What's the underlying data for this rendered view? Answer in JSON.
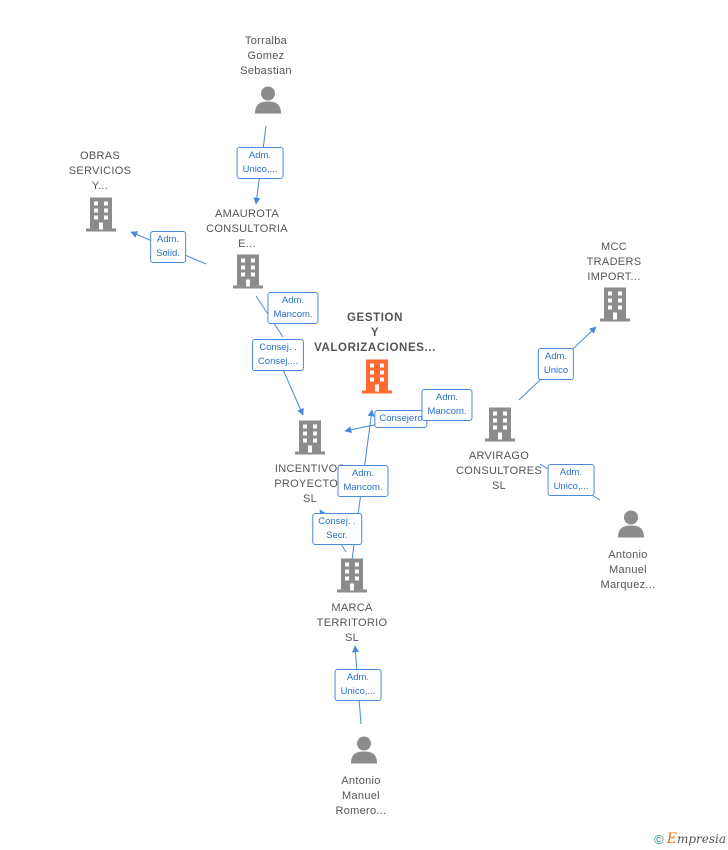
{
  "colors": {
    "edge": "#4a89dc",
    "node_gray": "#8c8c8c",
    "node_focus": "#ff6a33",
    "label": "#555555"
  },
  "nodes": {
    "torralba": {
      "type": "person",
      "lines": [
        "Torralba",
        "Gomez",
        "Sebastian"
      ]
    },
    "obras": {
      "type": "company",
      "lines": [
        "OBRAS",
        "SERVICIOS",
        "Y..."
      ]
    },
    "amaurota": {
      "type": "company",
      "lines": [
        "AMAUROTA",
        "CONSULTORIA",
        "E..."
      ]
    },
    "mcc": {
      "type": "company",
      "lines": [
        "MCC",
        "TRADERS",
        "IMPORT..."
      ]
    },
    "gestion": {
      "type": "company-focus",
      "lines": [
        "GESTION",
        "Y",
        "VALORIZACIONES..."
      ]
    },
    "incentivos": {
      "type": "company",
      "lines": [
        "INCENTIVOS",
        "PROYECTOS",
        "SL"
      ]
    },
    "arvirago": {
      "type": "company",
      "lines": [
        "ARVIRAGO",
        "CONSULTORES",
        "SL"
      ]
    },
    "antonio_marquez": {
      "type": "person",
      "lines": [
        "Antonio",
        "Manuel",
        "Marquez..."
      ]
    },
    "marca": {
      "type": "company",
      "lines": [
        "MARCA",
        "TERRITORIO",
        "SL"
      ]
    },
    "antonio_romero": {
      "type": "person",
      "lines": [
        "Antonio",
        "Manuel",
        "Romero..."
      ]
    }
  },
  "edges": [
    {
      "id": "e1",
      "lines": [
        "Adm.",
        "Unico,..."
      ]
    },
    {
      "id": "e2",
      "lines": [
        "Adm.",
        "Solid."
      ]
    },
    {
      "id": "e3",
      "lines": [
        "Adm.",
        "Mancom."
      ]
    },
    {
      "id": "e4",
      "lines": [
        "Consej. .",
        "Consej...."
      ]
    },
    {
      "id": "e5",
      "lines": [
        "Adm.",
        "Mancom."
      ]
    },
    {
      "id": "e6",
      "lines": [
        "Consejero"
      ]
    },
    {
      "id": "e7",
      "lines": [
        "Adm.",
        "Unico"
      ]
    },
    {
      "id": "e8",
      "lines": [
        "Adm.",
        "Mancom."
      ]
    },
    {
      "id": "e9",
      "lines": [
        "Adm.",
        "Unico,..."
      ]
    },
    {
      "id": "e10",
      "lines": [
        "Consej. .",
        "Secr."
      ]
    },
    {
      "id": "e11",
      "lines": [
        "Adm.",
        "Unico,..."
      ]
    }
  ],
  "footer": {
    "copyright": "©",
    "brand_first": "E",
    "brand_rest": "mpresia"
  }
}
